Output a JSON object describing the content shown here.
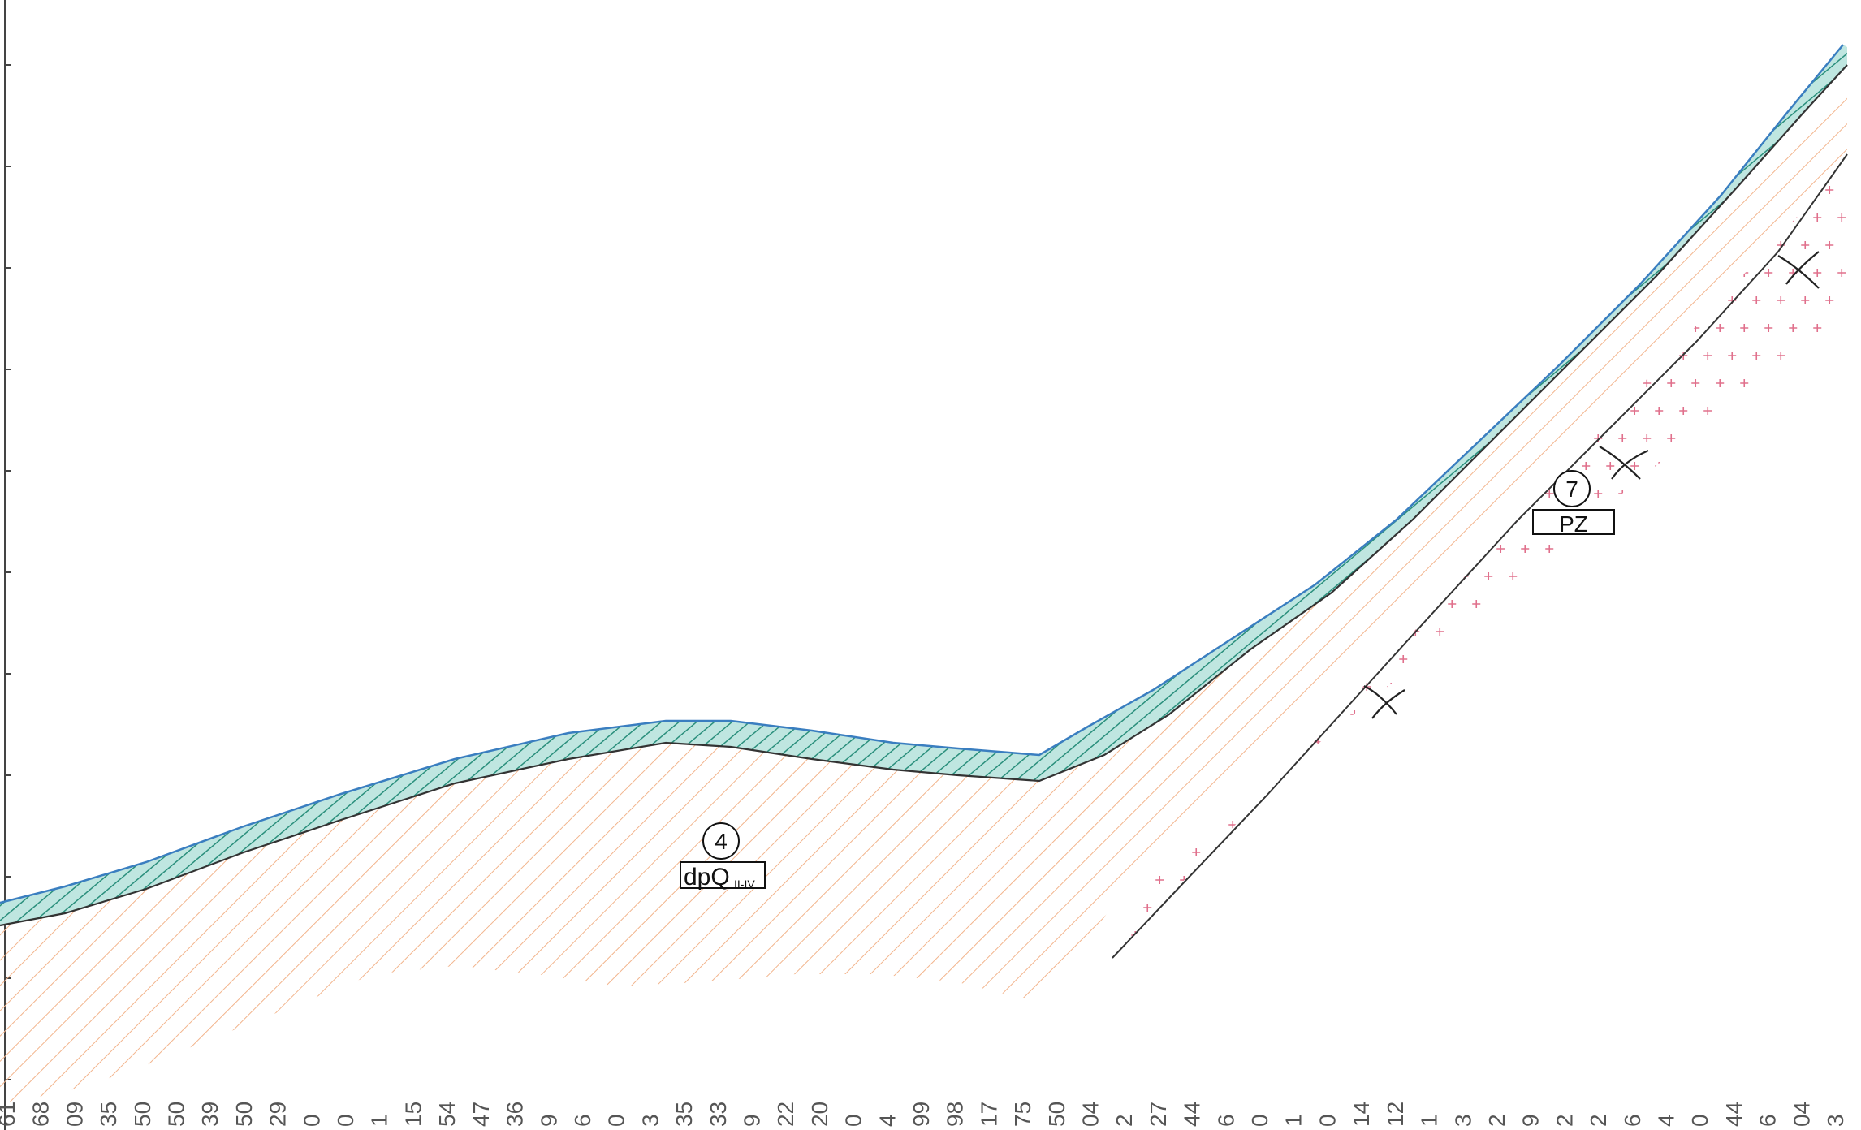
{
  "units": [
    {
      "id": "unit-4",
      "number": "4",
      "code": "dpQ",
      "subscript": "II-IV"
    },
    {
      "id": "unit-7",
      "number": "7",
      "code": "PZ",
      "subscript": ""
    }
  ],
  "bottom_labels": [
    "61",
    "68",
    "09",
    "35",
    "50",
    "50",
    "39",
    "50",
    "29",
    "0",
    "0",
    "1",
    "15",
    "54",
    "47",
    "36",
    "9",
    "6",
    "0",
    "3",
    "35",
    "33",
    "9",
    "22",
    "20",
    "0",
    "4",
    "99",
    "98",
    "17",
    "75",
    "50",
    "04",
    "2",
    "27",
    "44",
    "6",
    "0",
    "1",
    "0",
    "14",
    "12",
    "1",
    "3",
    "2",
    "9",
    "2",
    "2",
    "6",
    "4",
    "0",
    "44",
    "6",
    "04",
    "3"
  ],
  "colors": {
    "topsoil_fill": "#bfe6e0",
    "topsoil_hatch": "#2a8f7c",
    "topsoil_outline": "#3a7ec0",
    "colluvium_hatch": "#f2b48c",
    "bedrock_cross": "#e0708c",
    "contact_line": "#333333",
    "fault_mark": "#222222"
  }
}
